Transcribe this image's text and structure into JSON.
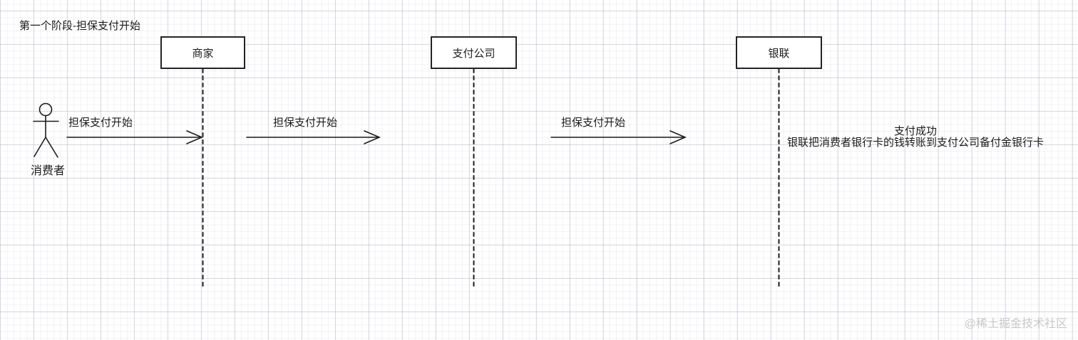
{
  "title": "第一个阶段-担保支付开始",
  "actor": {
    "label": "消费者"
  },
  "participants": [
    {
      "label": "商家"
    },
    {
      "label": "支付公司"
    },
    {
      "label": "银联"
    }
  ],
  "messages": [
    {
      "label": "担保支付开始",
      "from": "消费者",
      "to": "商家"
    },
    {
      "label": "担保支付开始",
      "from": "商家",
      "to": "支付公司"
    },
    {
      "label": "担保支付开始",
      "from": "支付公司",
      "to": "银联"
    }
  ],
  "result_note": {
    "line1": "支付成功",
    "line2": "银联把消费者银行卡的钱转账到支付公司备付金银行卡"
  },
  "watermark": "@稀土掘金技术社区",
  "colors": {
    "line": "#1c1c1c",
    "box_border": "#242424",
    "watermark": "#c8c8c8",
    "grid_major": "#d6d6de",
    "grid_minor": "#f0f0f5"
  }
}
